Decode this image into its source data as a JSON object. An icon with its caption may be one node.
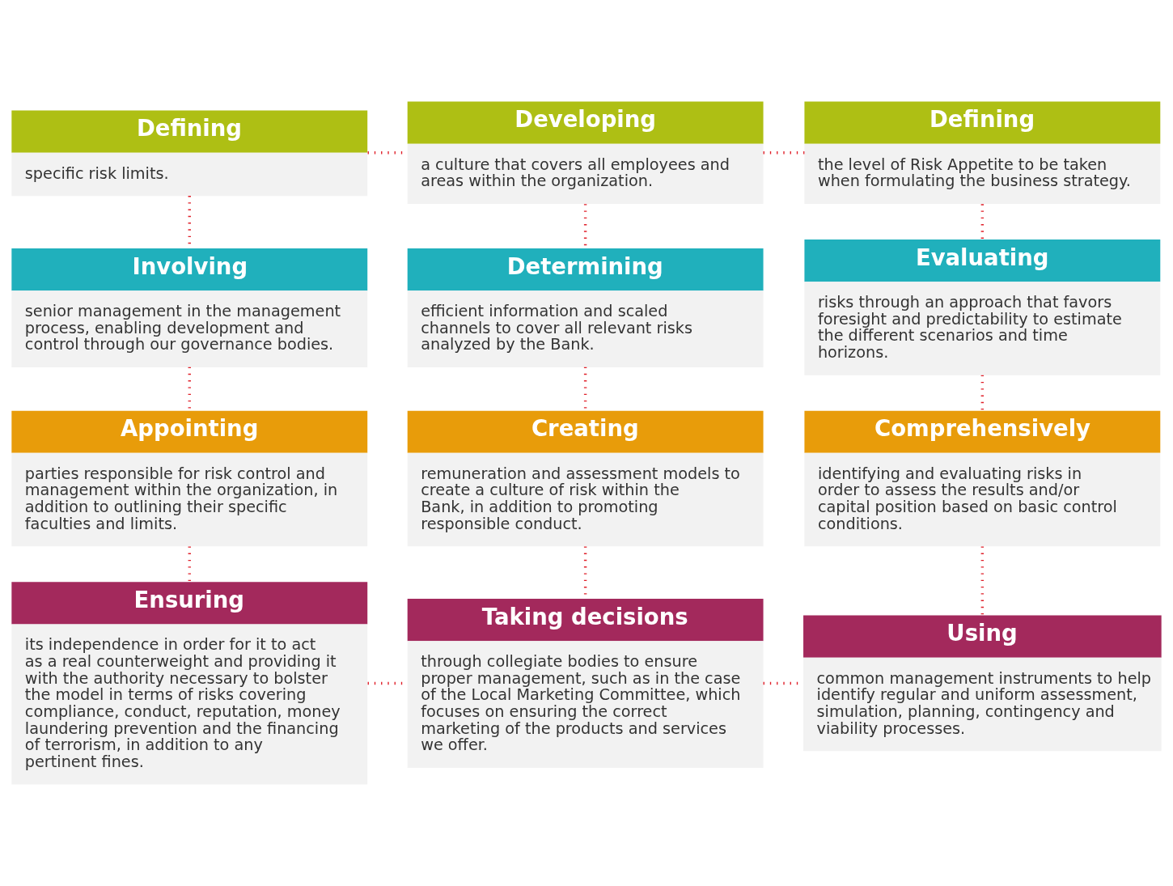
{
  "diagram": {
    "nodes": [
      {
        "text": [
          "Defining",
          "specific risk limits."
        ]
      },
      {
        "text": [
          "Developing",
          "a culture that covers all employees and areas within the organization."
        ]
      },
      {
        "text": [
          "Defining",
          "the level of Risk Appetite to be taken when formulating the business strategy."
        ]
      },
      {
        "text": [
          "Involving",
          "senior management in the management process, enabling development and control through our governance bodies."
        ]
      },
      {
        "text": [
          "Determining",
          "efficient information and scaled channels to cover all relevant risks analyzed by the Bank."
        ]
      },
      {
        "text": [
          "Evaluating",
          "risks through an approach that favors foresight and predictability to estimate the different scenarios and time horizons."
        ]
      },
      {
        "text": [
          "Appointing",
          "parties responsible for risk control and management within the organization, in addition to outlining their specific faculties and limits."
        ]
      },
      {
        "text": [
          "Creating",
          "remuneration and assessment models to create a culture of risk within the Bank, in addition to promoting responsible conduct."
        ]
      },
      {
        "text": [
          "Comprehensively",
          "identifying and evaluating risks in order to assess the results and/or capital position based on basic control conditions."
        ]
      },
      {
        "text": [
          "Ensuring",
          "its independence in order for it to act as a real counterweight and providing it with the authority necessary to bolster the model in terms of risks covering compliance, conduct, reputation, money laundering prevention and the financing of terrorism, in addition to any pertinent fines."
        ]
      },
      {
        "text": [
          "Taking decisions",
          "through collegiate bodies to ensure proper management, such as in the case of the Local Marketing Committee, which focuses on ensuring the correct marketing of the products and services we offer."
        ]
      },
      {
        "text": [
          "Using",
          "common management instruments to help identify regular and uniform assessment, simulation, planning, contingency and viability processes."
        ]
      }
    ],
    "edges": [
      {
        "from": 0,
        "to": 1,
        "arrow": "none"
      },
      {
        "from": 1,
        "to": 2,
        "arrow": "none"
      },
      {
        "from": 0,
        "to": 3,
        "arrow": "none"
      },
      {
        "from": 1,
        "to": 4,
        "arrow": "none"
      },
      {
        "from": 2,
        "to": 5,
        "arrow": "none"
      },
      {
        "from": 3,
        "to": 6,
        "arrow": "none"
      },
      {
        "from": 4,
        "to": 7,
        "arrow": "none"
      },
      {
        "from": 5,
        "to": 8,
        "arrow": "none"
      },
      {
        "from": 6,
        "to": 9,
        "arrow": "none"
      },
      {
        "from": 7,
        "to": 10,
        "arrow": "none"
      },
      {
        "from": 8,
        "to": 11,
        "arrow": "none"
      },
      {
        "from": 9,
        "to": 10,
        "arrow": "none"
      },
      {
        "from": 10,
        "to": 11,
        "arrow": "none"
      }
    ]
  }
}
